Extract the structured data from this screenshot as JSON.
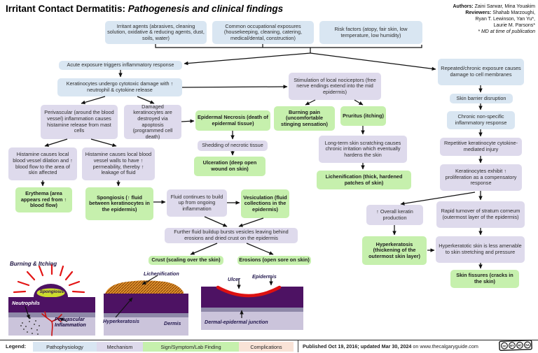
{
  "title": {
    "prefix": "Irritant Contact Dermatitis: ",
    "emphasis": "Pathogenesis and clinical findings"
  },
  "credits": {
    "authors_label": "Authors: ",
    "authors_line": "Zaini Sarwar, Mina Youakim",
    "reviewers_label": "Reviewers: ",
    "reviewers_line1": "Shahab Marzoughi,",
    "reviewers_line2": "Ryan T. Lewinson, Yan Yu*,",
    "reviewers_line3": "Laurie M. Parsons*",
    "footnote": "* MD at time of publication"
  },
  "nodes": {
    "irritant_agents": "Irritant agents (abrasives, cleaning solution, oxidative & reducing agents, dust, soils, water)",
    "occupational": "Common occupational exposures (housekeeping, cleaning, catering, medical/dental, construction)",
    "risk_factors": "Risk factors (atopy, fair skin, low temperature, low humidity)",
    "acute_exposure": "Acute exposure triggers inflammatory response",
    "keratinocyte_damage": "Keratinocytes undergo cytotoxic damage with ↑ neutrophil & cytokine release",
    "perivascular": "Perivascular (around the blood vessel) inflammation causes histamine release from mast cells",
    "damaged_keratinocytes": "Damaged keratinocytes are destroyed via apoptosis (programmed cell death)",
    "histamine_dilation": "Histamine causes local blood vessel dilation and ↑ blood flow to the area of skin affected",
    "histamine_permeability": "Histamine causes local blood vessel walls to have ↑ permeability, thereby ↑ leakage of fluid",
    "erythema": "Erythema (area appears red from ↑ blood flow)",
    "spongiosis": "Spongiosis (↑ fluid between keratinocytes in the epidermis)",
    "epidermal_necrosis": "Epidermal Necrosis (death of epidermal tissue)",
    "shedding": "Shedding of necrotic tissue",
    "ulceration": "Ulceration (deep open wound on skin)",
    "fluid_buildup": "Fluid continues to build up from ongoing inflammation",
    "vesiculation": "Vesiculation (fluid collections in the epidermis)",
    "further_fluid": "Further fluid buildup bursts vesicles leaving behind erosions and dried crust on the epidermis",
    "crust": "Crust (scaling over the skin)",
    "erosions": "Erosions (open sore on skin)",
    "nociceptors": "Stimulation of local nociceptors (free nerve endings extend into the mid epidermis)",
    "burning_pain": "Burning pain (uncomfortable stinging sensation)",
    "pruritus": "Pruritus (itching)",
    "longterm_scratching": "Long-term skin scratching causes chronic irritation which eventually hardens the skin",
    "lichenification": "Lichenification (thick, hardened patches of skin)",
    "keratin_production": "↑ Overall keratin production",
    "hyperkeratosis": "Hyperkeratosis (thickening of the outermost skin layer)",
    "chronic_exposure": "Repeated/chronic exposure causes damage to cell membranes",
    "skin_barrier": "Skin barrier disruption",
    "chronic_inflammation": "Chronic non-specific inflammatory response",
    "repetitive_injury": "Repetitive keratinocyte cytokine-mediated injury",
    "keratinocyte_proliferation": "Keratinocytes exhibit ↑ proliferation as a compensatory response",
    "rapid_turnover": "Rapid turnover of stratum corneum (outermost layer of the epidermis)",
    "hyperkeratotic_skin": "Hyperkeratotic skin is less amenable to skin stretching and pressure",
    "skin_fissures": "Skin fissures (cracks in the skin)"
  },
  "illustrations": {
    "burning": {
      "caption": "Burning & Itching",
      "spongiosis": "Spongiosis",
      "neutrophils": "Neutrophils",
      "perivascular": "Perivascular Inflammation"
    },
    "lichenified": {
      "lichenification": "Lichenification",
      "hyperkeratosis": "Hyperkeratosis",
      "dermis": "Dermis"
    },
    "ulcer": {
      "ulcer": "Ulcer",
      "epidermis": "Epidermis",
      "junction": "Dermal-epidermal junction"
    }
  },
  "legend": {
    "label": "Legend:",
    "items": [
      {
        "label": "Pathophysiology",
        "color": "#d9e6f2"
      },
      {
        "label": "Mechanism",
        "color": "#dedaec"
      },
      {
        "label": "Sign/Symptom/Lab Finding",
        "color": "#c6f0ad"
      },
      {
        "label": "Complications",
        "color": "#f9e3d7"
      }
    ]
  },
  "footer": {
    "published_bold": "Published Oct 19, 2016; updated Mar 30, 2024",
    "published_rest": " on www.thecalgaryguide.com",
    "license": "CC BY-NC-SA"
  },
  "colors": {
    "pathophysiology_blue": "#d9e6f2",
    "mechanism_lavender": "#dedaec",
    "sign_symptom_green": "#c6f0ad",
    "complications_peach": "#f9e3d7",
    "epidermis_purple": "#4d1263",
    "dermis_lavender": "#cbc4db",
    "stratum_gray": "#8e88a8",
    "accent_red": "#d91515",
    "lichenification_orange": "#e2902b",
    "spongiosis_yellow": "#ccdc2e"
  }
}
